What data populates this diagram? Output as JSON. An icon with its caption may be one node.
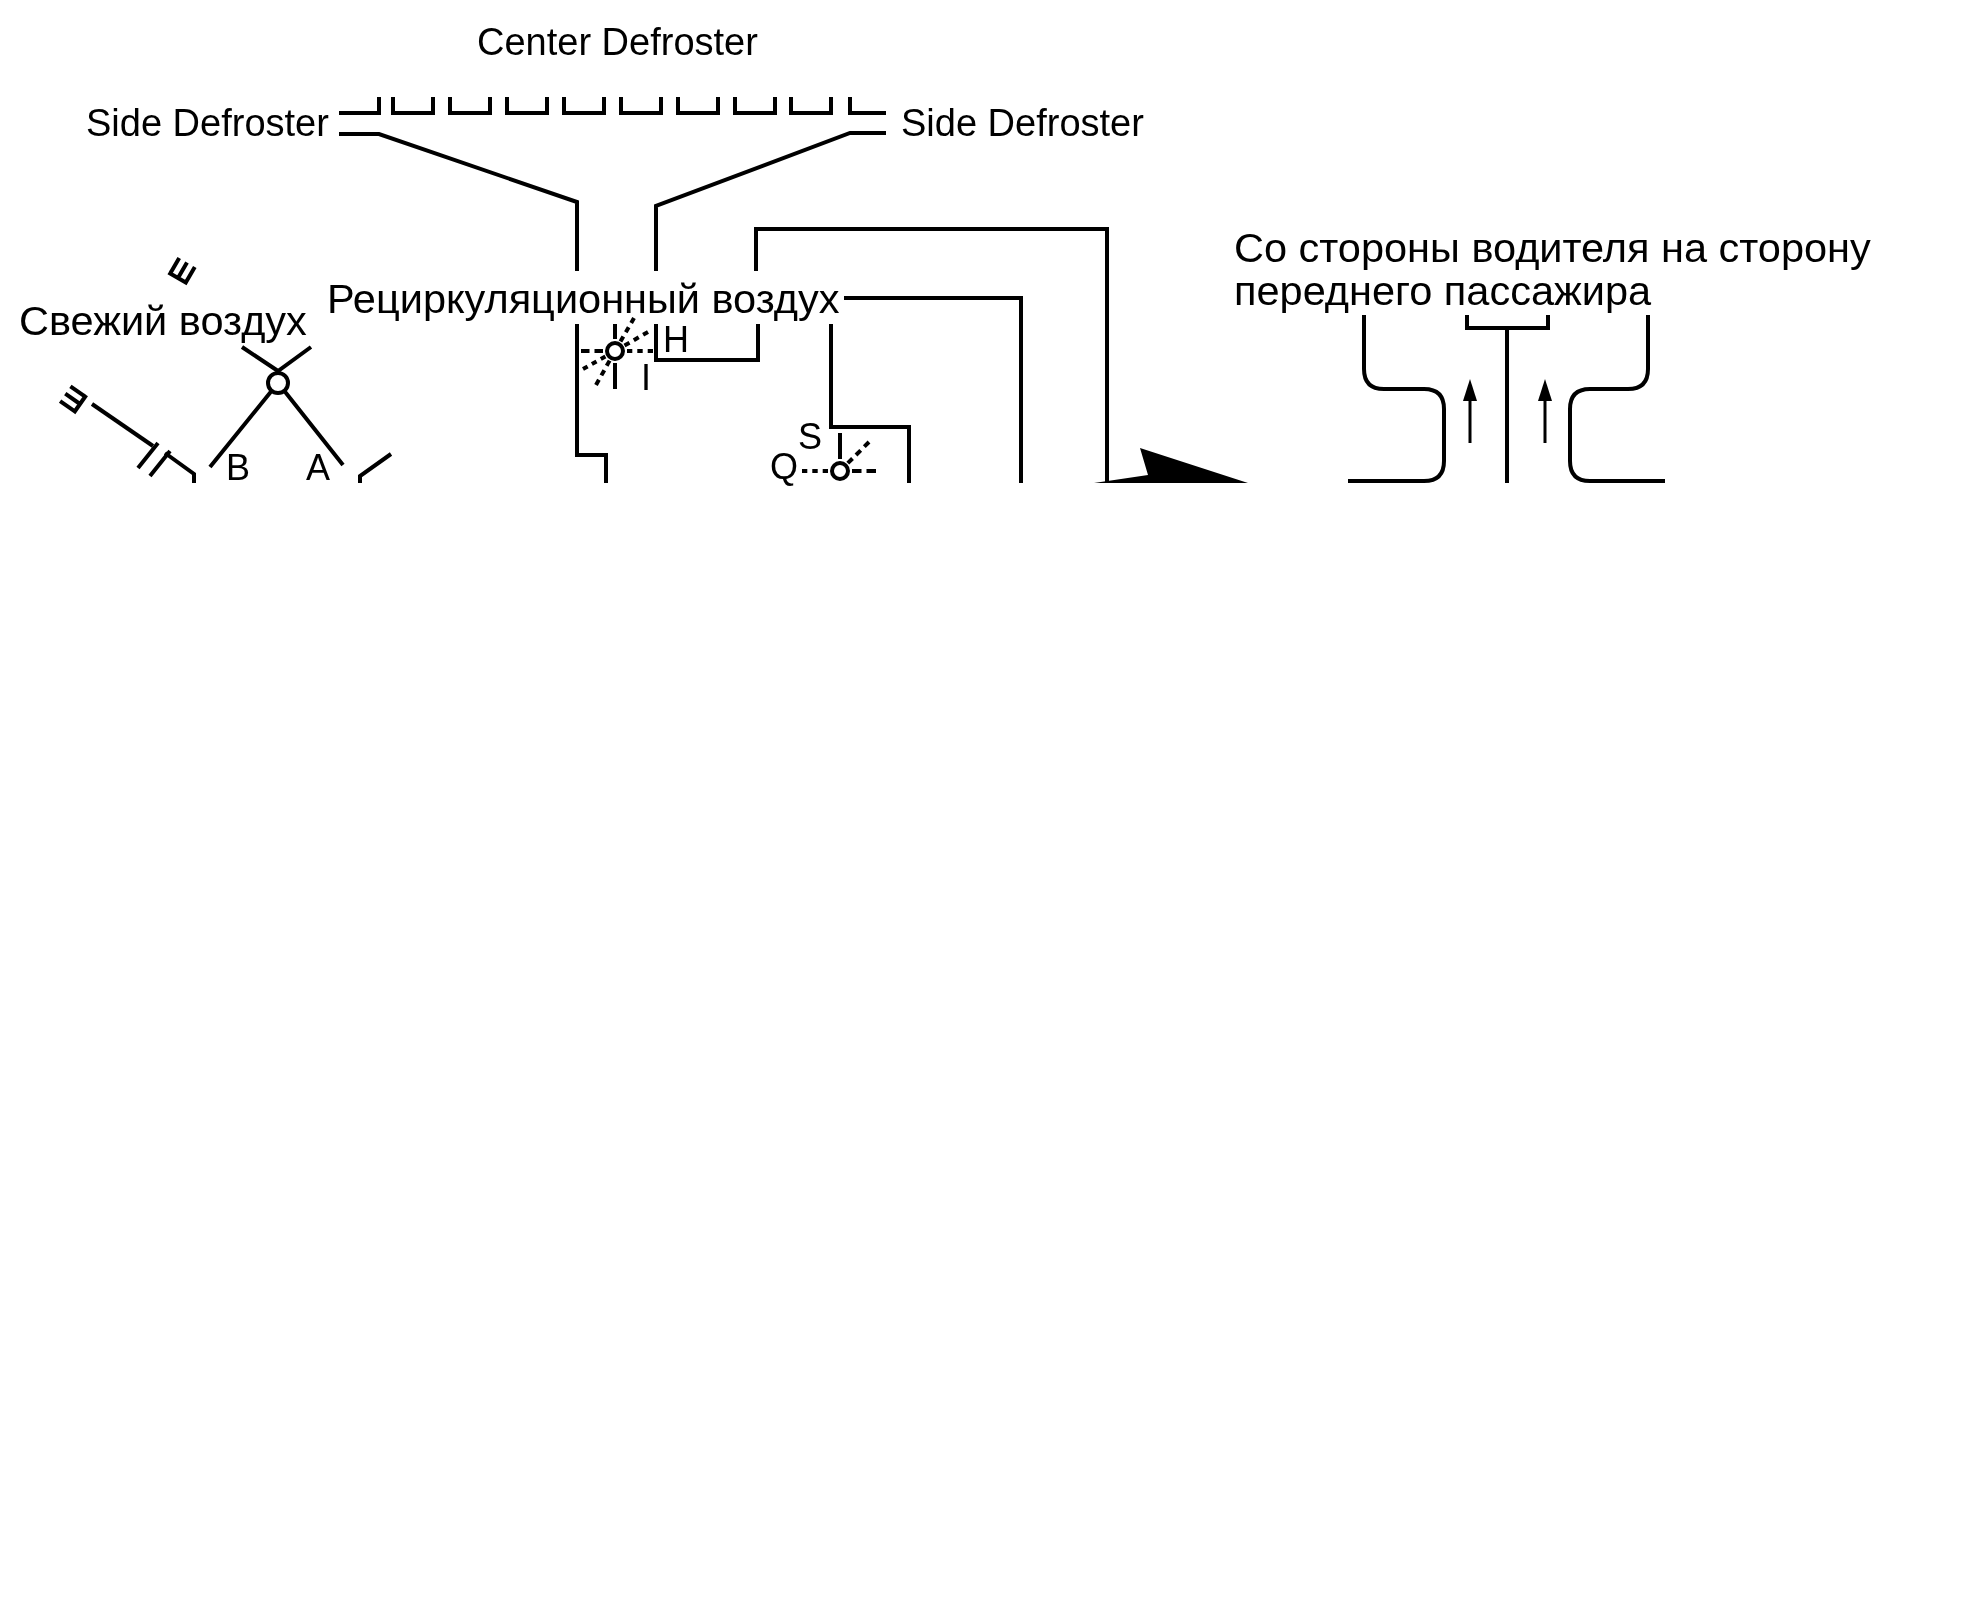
{
  "diagram": {
    "labels": [
      "Center Defroster",
      "Side Defroster",
      "Side Defroster",
      "Со стороны водителя на сторону переднего пассажира",
      "Рециркуляционный воздух",
      "Свежий воздух",
      "H",
      "I",
      "S",
      "B",
      "A",
      "Q"
    ]
  }
}
